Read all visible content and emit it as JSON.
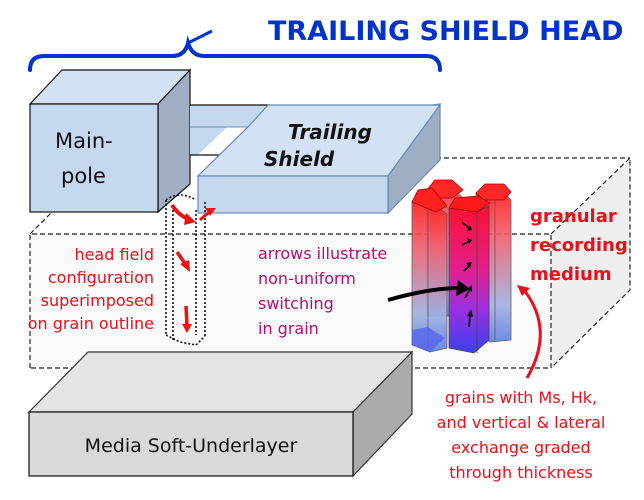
{
  "title": "TRAILING SHIELD HEAD",
  "colors": {
    "title_blue": "#0033cc",
    "head_face": "#c6d8f0",
    "head_side": "#a0aec4",
    "head_top": "#d2e1f4",
    "underlayer_face": "#d9d9d9",
    "underlayer_top": "#e4e4e4",
    "underlayer_side": "#ababab",
    "medium_fill": "#f7f7f7",
    "medium_side": "#efefef",
    "annotation_red": "#e8101a",
    "annotation_magenta": "#b0106e",
    "grain_top": "#ff1a1a",
    "grain_bottom": "#4a4af0"
  },
  "blocks": {
    "main_pole": [
      "Main-",
      "pole"
    ],
    "trailing_shield": [
      "Trailing",
      "Shield"
    ],
    "underlayer": "Media Soft-Underlayer"
  },
  "annotations": {
    "head_field": [
      "head field",
      "configuration",
      "superimposed",
      "on grain outline"
    ],
    "arrows": [
      "arrows illustrate",
      "non-uniform",
      "switching",
      "in grain"
    ],
    "medium": [
      "granular",
      "recording",
      "medium"
    ],
    "grains": [
      "grains with Ms, Hk,",
      "and vertical & lateral",
      "exchange graded",
      "through thickness"
    ]
  }
}
